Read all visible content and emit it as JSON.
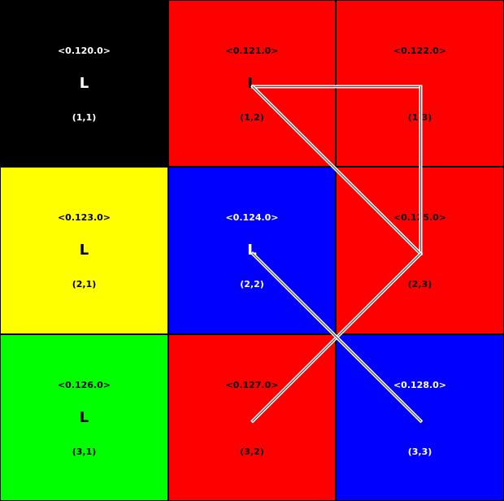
{
  "grid": {
    "rows": 3,
    "cols": 3,
    "cells": [
      {
        "value": "<0.120.0>",
        "letter": "L",
        "coord": "(1,1)",
        "bg": "#000000",
        "fg": "#ffffff"
      },
      {
        "value": "<0.121.0>",
        "letter": "L",
        "coord": "(1,2)",
        "bg": "#ff0000",
        "fg": "#000000"
      },
      {
        "value": "<0.122.0>",
        "letter": "",
        "coord": "(1,3)",
        "bg": "#ff0000",
        "fg": "#000000"
      },
      {
        "value": "<0.123.0>",
        "letter": "L",
        "coord": "(2,1)",
        "bg": "#ffff00",
        "fg": "#000000"
      },
      {
        "value": "<0.124.0>",
        "letter": "L",
        "coord": "(2,2)",
        "bg": "#0000ff",
        "fg": "#ffffff"
      },
      {
        "value": "<0.125.0>",
        "letter": "",
        "coord": "(2,3)",
        "bg": "#ff0000",
        "fg": "#000000"
      },
      {
        "value": "<0.126.0>",
        "letter": "L",
        "coord": "(3,1)",
        "bg": "#00ff00",
        "fg": "#000000"
      },
      {
        "value": "<0.127.0>",
        "letter": "",
        "coord": "(3,2)",
        "bg": "#ff0000",
        "fg": "#000000"
      },
      {
        "value": "<0.128.0>",
        "letter": "",
        "coord": "(3,3)",
        "bg": "#0000ff",
        "fg": "#ffffff"
      }
    ]
  },
  "links": [
    {
      "from": "(1,2)",
      "to": "(1,3)"
    },
    {
      "from": "(1,3)",
      "to": "(2,3)"
    },
    {
      "from": "(1,2)",
      "to": "(2,3)"
    },
    {
      "from": "(2,3)",
      "to": "(3,2)"
    },
    {
      "from": "(2,2)",
      "to": "(3,3)"
    }
  ]
}
